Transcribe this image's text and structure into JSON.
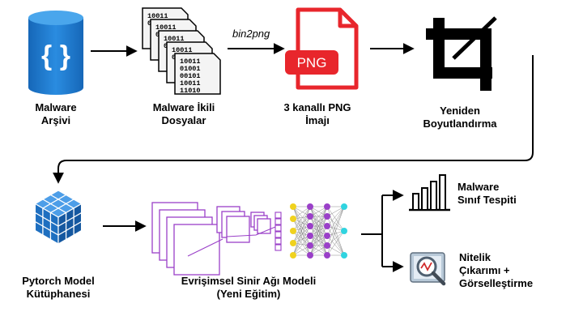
{
  "nodes": {
    "archive": {
      "lines": [
        "Malware",
        "Arşivi"
      ]
    },
    "binary_files": {
      "lines": [
        "Malware İkili",
        "Dosyalar"
      ],
      "bits": [
        "10011",
        "01001",
        "00101",
        "10011",
        "11010"
      ]
    },
    "png_image": {
      "lines": [
        "3 kanallı PNG",
        "İmajı"
      ],
      "badge": "PNG"
    },
    "resize": {
      "lines": [
        "Yeniden",
        "Boyutlandırma"
      ]
    },
    "pytorch": {
      "lines": [
        "Pytorch Model",
        "Kütüphanesi"
      ]
    },
    "cnn_model": {
      "lines": [
        "Evrişimsel Sinir Ağı Modeli",
        "(Yeni Eğitim)"
      ]
    },
    "classification": {
      "lines": [
        "Malware",
        "Sınıf Tespiti"
      ]
    },
    "feature_extraction": {
      "lines": [
        "Nitelik",
        "Çıkarımı +",
        "Görselleştirme"
      ]
    }
  },
  "edges": {
    "bin2png_label": "bin2png"
  },
  "icons": [
    "database-icon",
    "binary-files-icon",
    "png-file-icon",
    "crop-icon",
    "pytorch-cube-icon",
    "cnn-diagram-icon",
    "bar-chart-icon",
    "magnifier-chart-icon"
  ],
  "colors": {
    "database_blue": "#1e7fd4",
    "png_red": "#e8262c",
    "cube_blue": "#1a6fc4",
    "cnn_purple": "#9a40c8",
    "neural_yellow": "#f0d21e",
    "neural_cyan": "#30d4e0"
  }
}
